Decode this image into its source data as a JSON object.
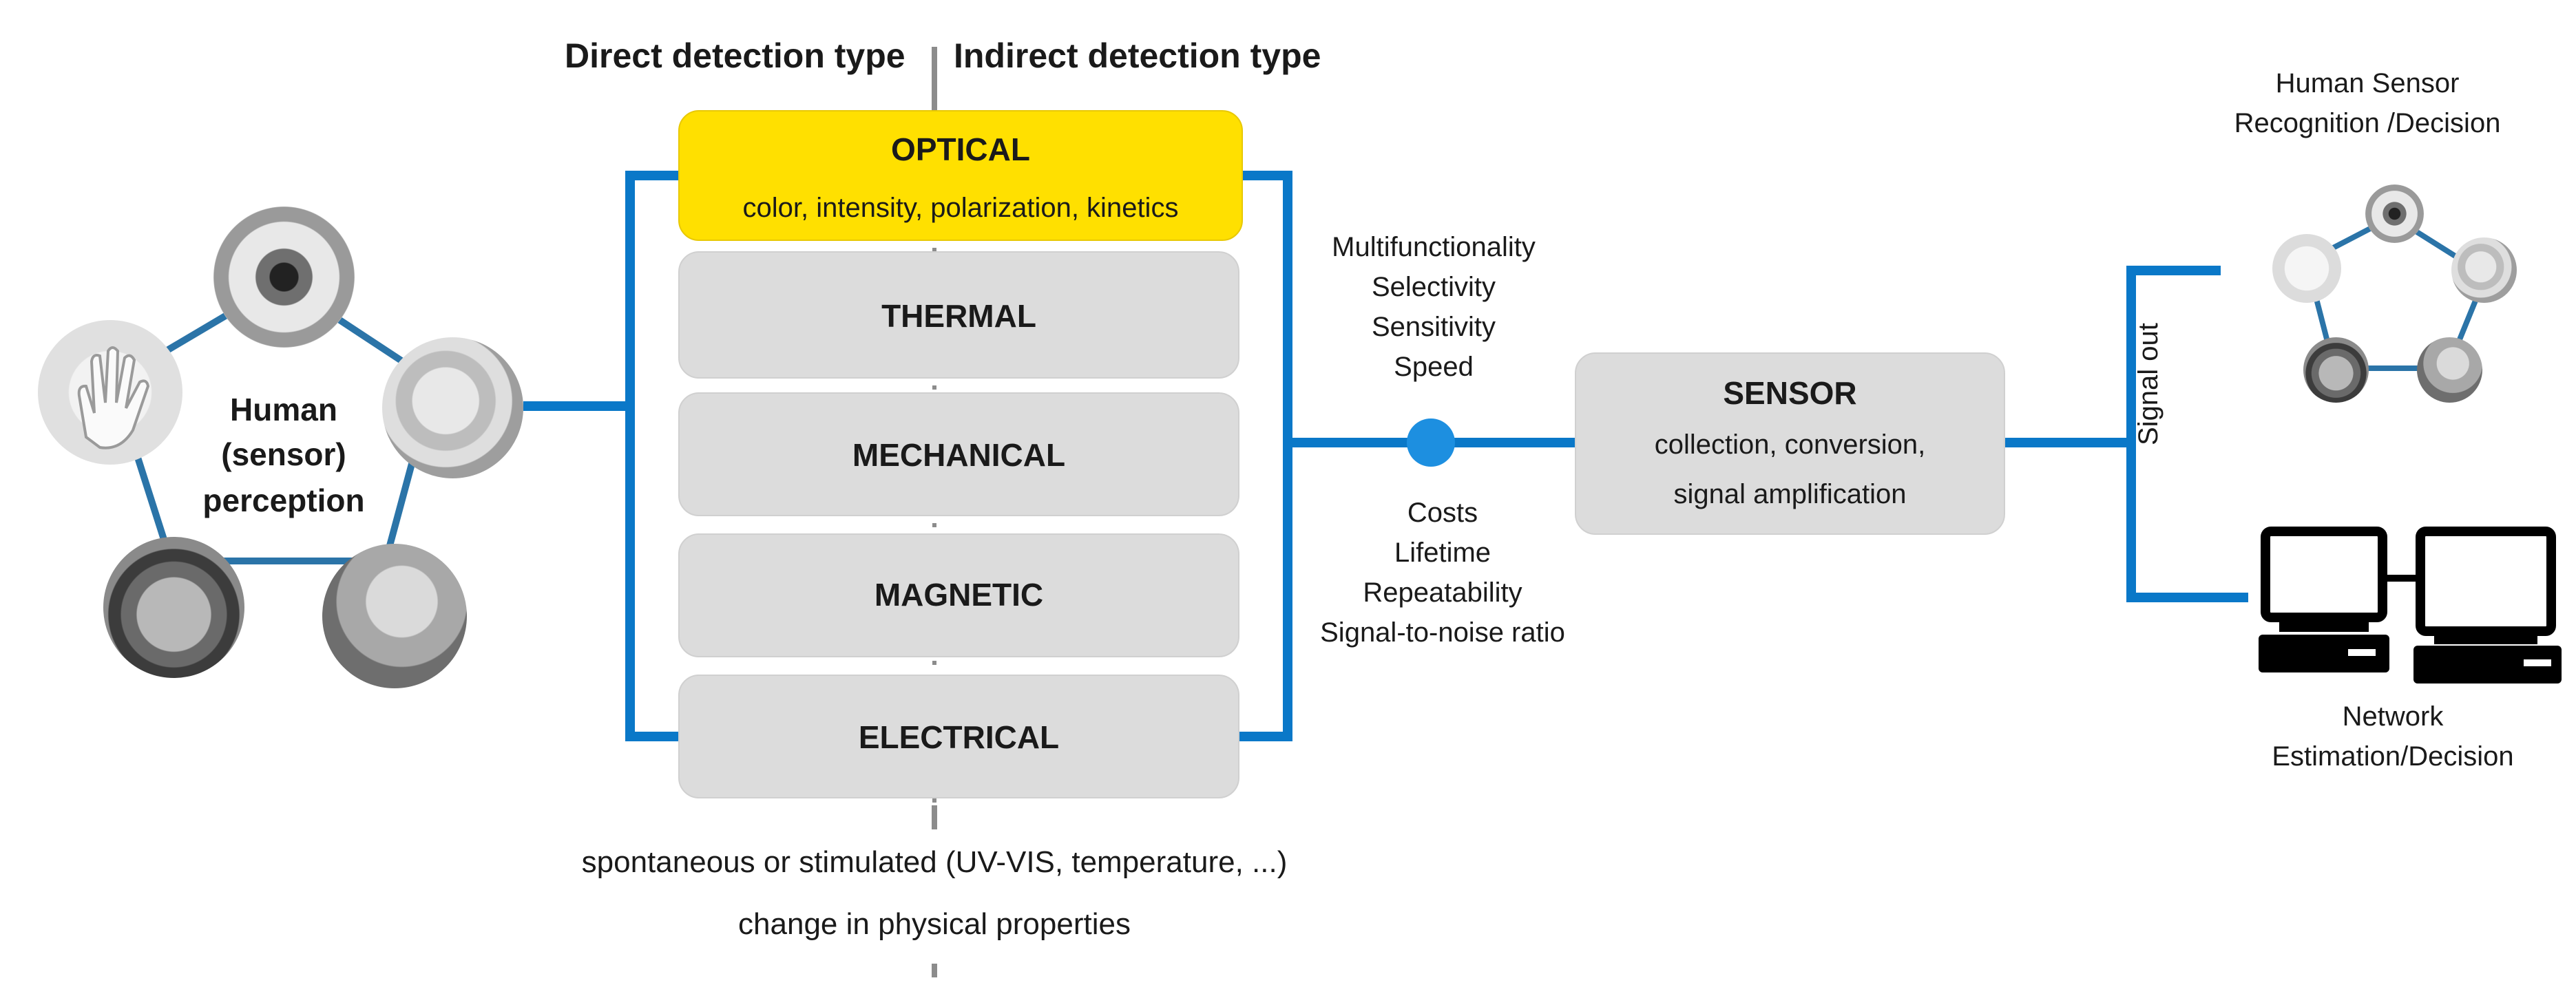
{
  "header": {
    "direct": "Direct detection type",
    "indirect": "Indirect detection type"
  },
  "human": {
    "label_line1": "Human",
    "label_line2": "(sensor)",
    "label_line3": "perception"
  },
  "types": [
    {
      "title": "OPTICAL",
      "sub": "color, intensity, polarization, kinetics"
    },
    {
      "title": "THERMAL"
    },
    {
      "title": "MECHANICAL"
    },
    {
      "title": "MAGNETIC"
    },
    {
      "title": "ELECTRICAL"
    }
  ],
  "bottom": {
    "line1": "spontaneous or stimulated (UV-VIS, temperature, ...)",
    "line2": "change in physical properties"
  },
  "criteria_top": [
    "Multifunctionality",
    "Selectivity",
    "Sensitivity",
    "Speed"
  ],
  "criteria_bottom": [
    "Costs",
    "Lifetime",
    "Repeatability",
    "Signal-to-noise ratio"
  ],
  "sensor": {
    "title": "SENSOR",
    "line1": "collection, conversion,",
    "line2": "signal amplification"
  },
  "signal_out": "Signal out",
  "human_sensor": {
    "line1": "Human Sensor",
    "line2": "Recognition /Decision"
  },
  "network": {
    "line1": "Network",
    "line2": "Estimation/Decision"
  },
  "colors": {
    "accent_blue": "#0a78c8",
    "optical_yellow": "#ffe000",
    "box_grey": "#dcdcdc",
    "axis_grey": "#8c8c8c"
  }
}
